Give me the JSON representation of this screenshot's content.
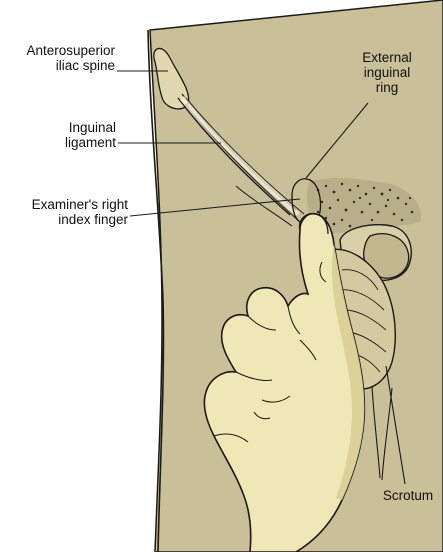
{
  "labels": {
    "anterosuperior_iliac_spine": [
      "Anterosuperior",
      "iliac spine"
    ],
    "inguinal_ligament": [
      "Inguinal",
      "ligament"
    ],
    "examiners_right_index_finger": [
      "Examiner's right",
      "index finger"
    ],
    "external_inguinal_ring": [
      "External",
      "inguinal",
      "ring"
    ],
    "scrotum": "Scrotum"
  },
  "colors": {
    "skin": "#c9bf99",
    "skin_dark": "#b8ad86",
    "glove": "#efe7b6",
    "glove_shadow": "#d9cf94",
    "outline": "#1a1a1a"
  }
}
